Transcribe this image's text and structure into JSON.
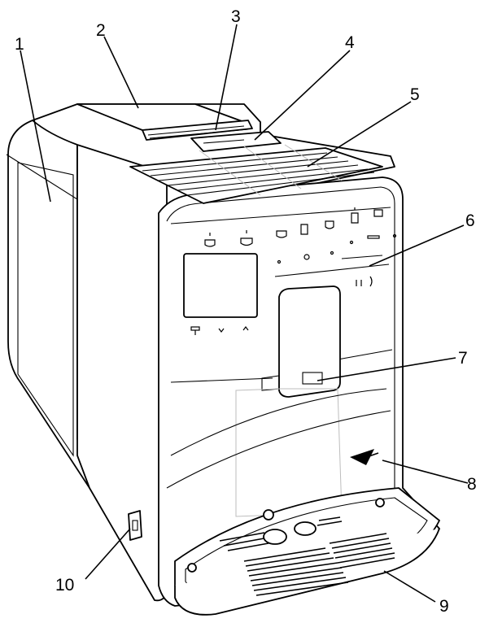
{
  "callouts": [
    {
      "id": "1",
      "label": "1"
    },
    {
      "id": "2",
      "label": "2"
    },
    {
      "id": "3",
      "label": "3"
    },
    {
      "id": "4",
      "label": "4"
    },
    {
      "id": "5",
      "label": "5"
    },
    {
      "id": "6",
      "label": "6"
    },
    {
      "id": "7",
      "label": "7"
    },
    {
      "id": "8",
      "label": "8"
    },
    {
      "id": "9",
      "label": "9"
    },
    {
      "id": "10",
      "label": "10"
    }
  ],
  "icons": {
    "top_row": [
      "espresso-cup-icon",
      "coffee-cup-icon",
      "cappuccino-icon",
      "latte-glass-icon",
      "milk-foam-icon",
      "tall-glass-icon",
      "hot-water-icon"
    ],
    "right_side": [
      "two-cups-icon",
      "steam-icon"
    ],
    "left_side": [
      "menu-icon",
      "down-arrow-icon",
      "up-arrow-icon"
    ]
  }
}
